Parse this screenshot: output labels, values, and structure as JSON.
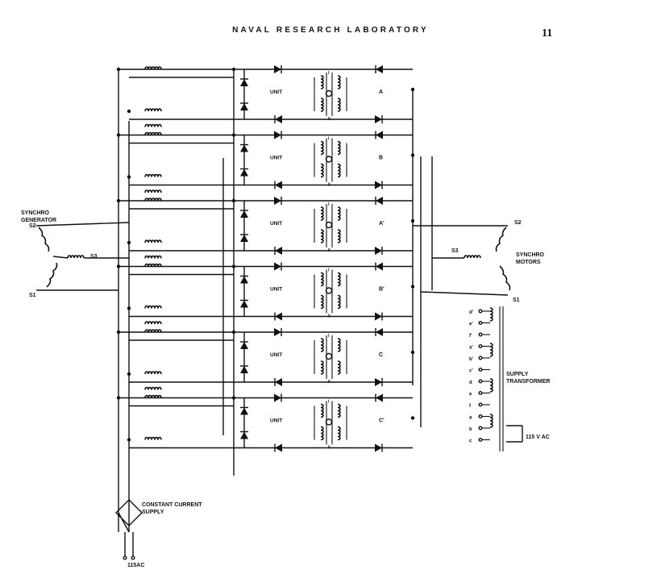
{
  "header": {
    "title": "NAVAL RESEARCH LABORATORY",
    "page_number": "11"
  },
  "units": [
    {
      "unit_label": "UNIT",
      "phase_label": "A"
    },
    {
      "unit_label": "UNIT",
      "phase_label": "B"
    },
    {
      "unit_label": "UNIT",
      "phase_label": "A'"
    },
    {
      "unit_label": "UNIT",
      "phase_label": "B'"
    },
    {
      "unit_label": "UNIT",
      "phase_label": "C"
    },
    {
      "unit_label": "UNIT",
      "phase_label": "C'"
    }
  ],
  "generator": {
    "label_line1": "SYNCHRO",
    "label_line2": "GENERATOR",
    "s1": "S1",
    "s2": "S2",
    "s3": "S3"
  },
  "motors": {
    "label_line1": "SYNCHRO",
    "label_line2": "MOTORS",
    "s1": "S1",
    "s2": "S2",
    "s3": "S3"
  },
  "supply_transformer": {
    "label_line1": "SUPPLY",
    "label_line2": "TRANSFORMER",
    "taps": [
      "d'",
      "e'",
      "f'",
      "a'",
      "b'",
      "c'",
      "d",
      "e",
      "f",
      "a",
      "b",
      "c"
    ],
    "input_label": "115 V AC"
  },
  "constant_current": {
    "label_line1": "CONSTANT CURRENT",
    "label_line2": "SUPPLY",
    "input_label": "115AC"
  }
}
